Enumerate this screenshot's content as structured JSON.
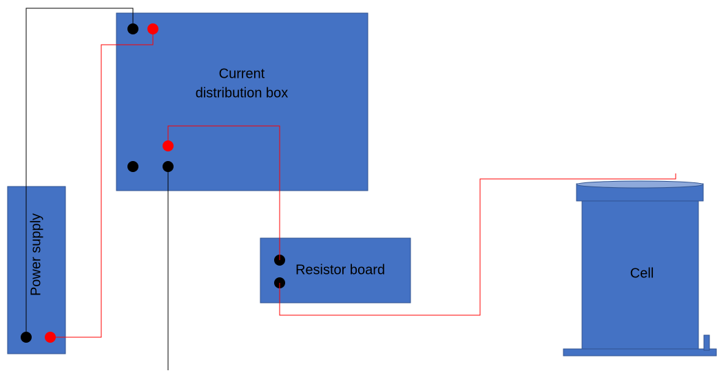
{
  "diagram": {
    "colors": {
      "box_fill": "#4472C4",
      "box_stroke": "#2F528F",
      "cell_lid": "#8EA9DB",
      "black_wire": "#000000",
      "red_wire": "#FF0000",
      "terminal_black": "#000000",
      "terminal_red": "#FF0000"
    },
    "components": {
      "power_supply": {
        "label": "Power supply"
      },
      "distribution_box": {
        "label_line1": "Current",
        "label_line2": "distribution box"
      },
      "resistor_board": {
        "label": "Resistor board"
      },
      "cell": {
        "label": "Cell"
      }
    }
  }
}
